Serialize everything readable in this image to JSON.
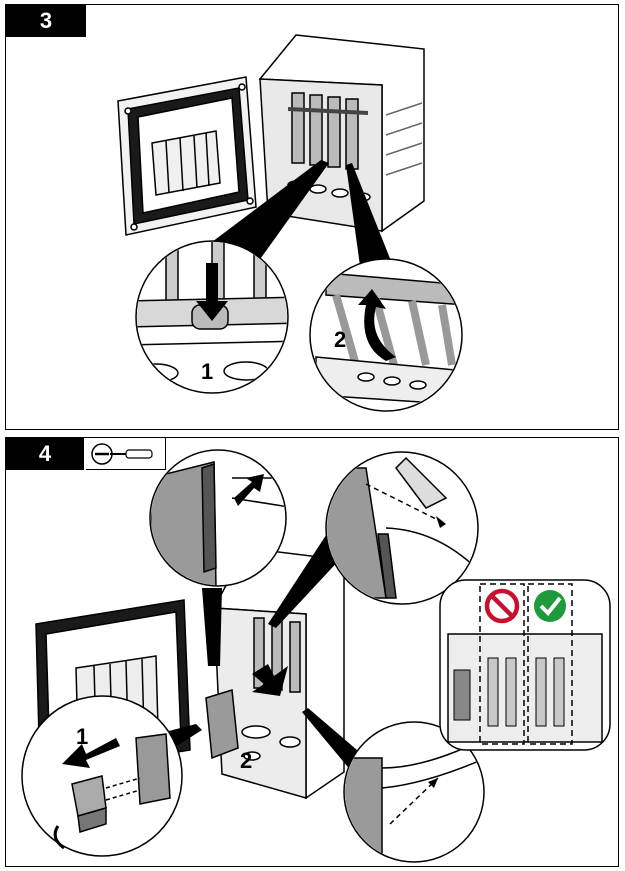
{
  "step3": {
    "number": "3",
    "callouts": {
      "press": "1",
      "lift": "2"
    }
  },
  "step4": {
    "number": "4",
    "tool_icon": "screwdriver-icon",
    "callouts": {
      "remove_connector": "1",
      "insert_board": "2"
    },
    "status_icons": {
      "wrong": "prohibited-icon",
      "correct": "checkmark-icon"
    },
    "colors": {
      "wrong": "#c8102e",
      "correct": "#1e9a3a"
    }
  }
}
